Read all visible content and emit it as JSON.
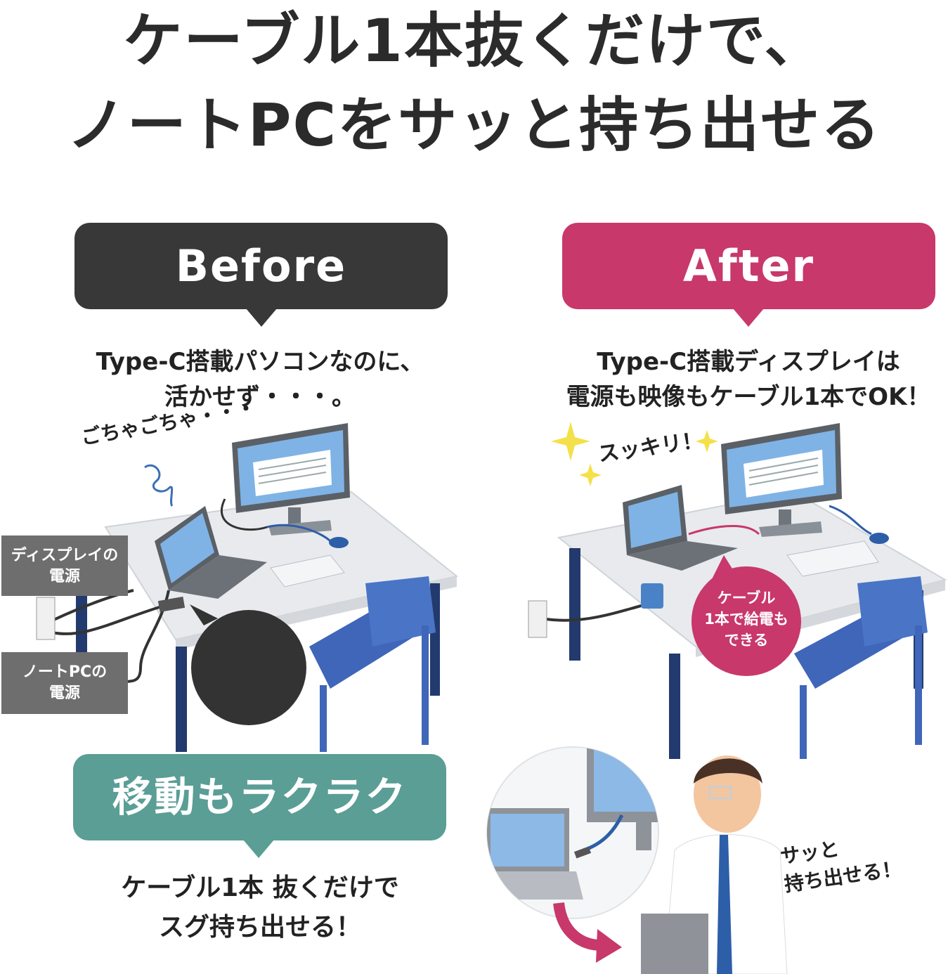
{
  "headline": {
    "line1": "ケーブル1本抜くだけで、",
    "line2": "ノートPCをサッと持ち出せる"
  },
  "before": {
    "label": "Before",
    "caption_line1": "Type-C搭載パソコンなのに、",
    "caption_line2": "活かせず・・・。",
    "sfx": "ごちゃごちゃ・・・",
    "display_power_line1": "ディスプレイの",
    "display_power_line2": "電源",
    "laptop_power_line1": "ノートPCの",
    "laptop_power_line2": "電源"
  },
  "after": {
    "label": "After",
    "caption_line1": "Type-C搭載ディスプレイは",
    "caption_line2": "電源も映像もケーブル1本でOK！",
    "sfx": "スッキリ！",
    "circle_line1": "ケーブル",
    "circle_line2": "1本で給電も",
    "circle_line3": "できる"
  },
  "move": {
    "label": "移動もラクラク",
    "caption_line1": "ケーブル1本 抜くだけで",
    "caption_line2": "スグ持ち出せる！",
    "sfx_line1": "サッと",
    "sfx_line2": "持ち出せる！"
  },
  "colors": {
    "before_bubble": "#383838",
    "after_bubble": "#c8386a",
    "move_bubble": "#5a9e96",
    "label_box": "#6e6e6e"
  }
}
